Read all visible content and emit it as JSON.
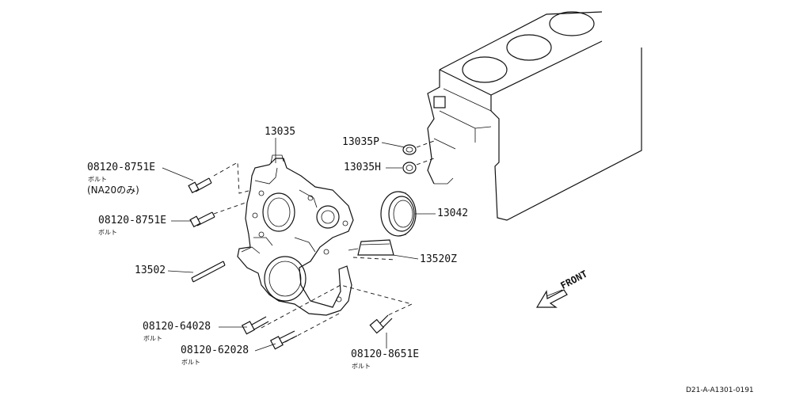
{
  "parts": {
    "p13035": "13035",
    "p13035p": "13035P",
    "p13035h": "13035H",
    "p13042": "13042",
    "p13520z": "13520Z",
    "p13502": "13502",
    "bolt_top": {
      "number": "08120-8751E",
      "name": "ボルト",
      "note": "(NA20のみ)"
    },
    "bolt_mid": {
      "number": "08120-8751E",
      "name": "ボルト"
    },
    "bolt_6402": {
      "number": "08120-64028",
      "name": "ボルト"
    },
    "bolt_6202": {
      "number": "08120-62028",
      "name": "ボルト"
    },
    "bolt_8651": {
      "number": "08120-8651E",
      "name": "ボルト"
    }
  },
  "front_label": "FRONT",
  "diagram_ref": "D21-A-A1301-0191"
}
